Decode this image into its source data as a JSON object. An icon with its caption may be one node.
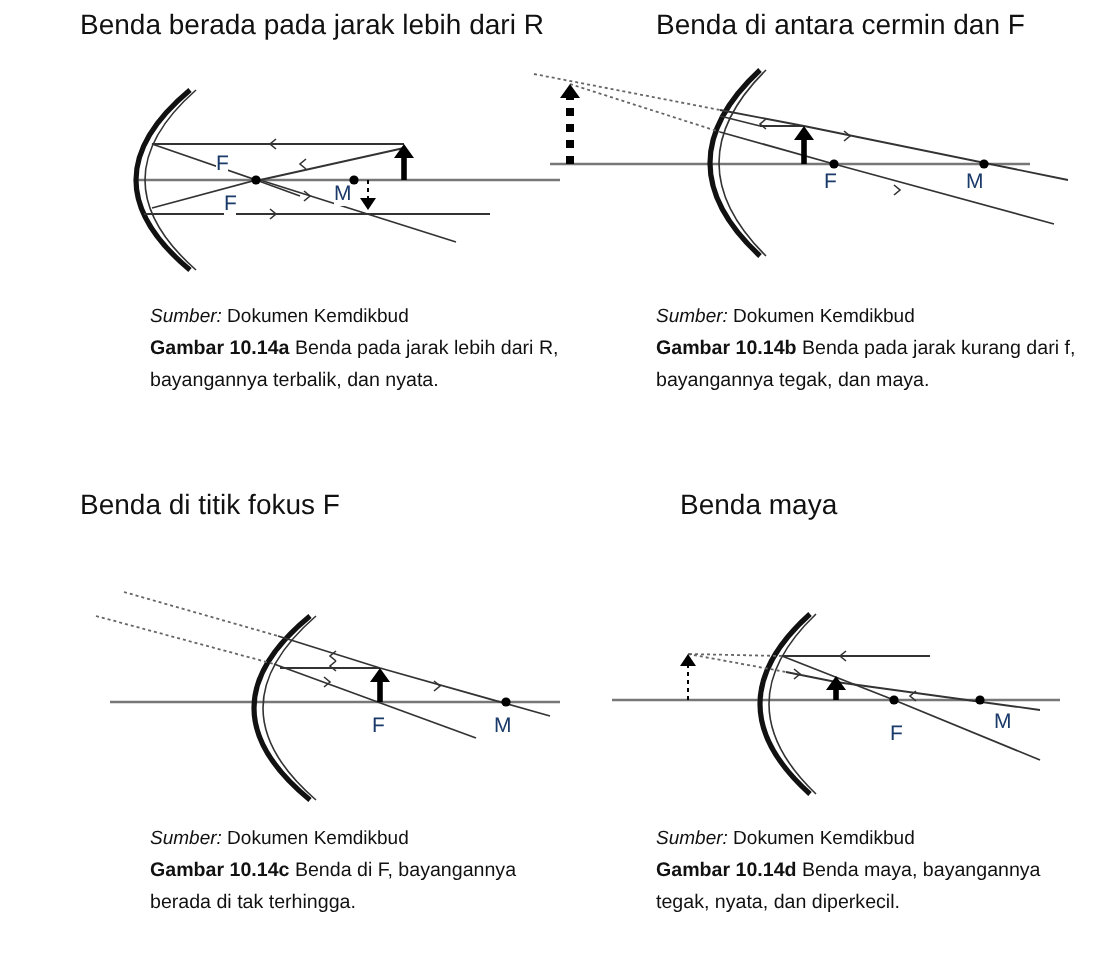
{
  "diagram": {
    "labels": [
      "Benda berada pada jarak lebih dari R",
      "Benda di antara cermin dan F",
      "F",
      "F",
      "M",
      "F",
      "M",
      "*Sumber:* Dokumen Kemdikbud",
      "**Gambar 10.14a** Benda pada jarak lebih dari R, bayangannya terbalik, dan nyata.",
      "*Sumber:* Dokumen Kemdikbud",
      "**Gambar 10.14b** Benda pada jarak kurang dari f, bayangannya tegak, dan maya.",
      "Benda di titik fokus F",
      "Benda maya",
      "F",
      "M",
      "F",
      "M",
      "*Sumber:* Dokumen Kemdikbud",
      "**Gambar 10.14c** Benda di F, bayangannya berada di tak terhingga.",
      "*Sumber:* Dokumen Kemdikbud",
      "**Gambar 10.14d** Benda maya, bayangannya tegak, nyata, dan diperkecil."
    ]
  }
}
